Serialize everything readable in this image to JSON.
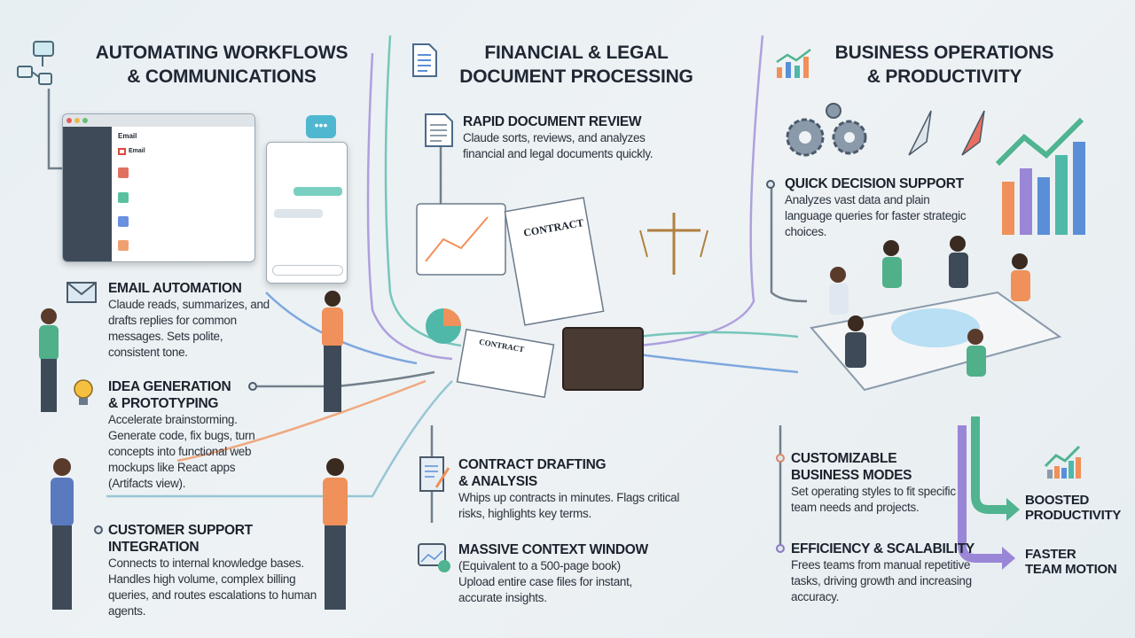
{
  "sections": [
    {
      "title_line1": "AUTOMATING WORKFLOWS",
      "title_line2": "& COMMUNICATIONS",
      "icon": "workflow-icon"
    },
    {
      "title_line1": "FINANCIAL & LEGAL",
      "title_line2": "DOCUMENT PROCESSING",
      "icon": "document-icon"
    },
    {
      "title_line1": "BUSINESS OPERATIONS",
      "title_line2": "& PRODUCTIVITY",
      "icon": "growth-chart-icon"
    }
  ],
  "email_window": {
    "title": "Email",
    "app_label": "Email"
  },
  "features": {
    "email_automation": {
      "title": "EMAIL AUTOMATION",
      "text": "Claude reads, summarizes, and drafts replies for common messages. Sets polite, consistent tone."
    },
    "idea_generation": {
      "title_line1": "IDEA GENERATION",
      "title_line2": "& PROTOTYPING",
      "text": "Accelerate brainstorming. Generate code, fix bugs, turn concepts into functional web mockups like React apps (Artifacts view)."
    },
    "customer_support": {
      "title_line1": "CUSTOMER SUPPORT",
      "title_line2": "INTEGRATION",
      "text": "Connects to internal knowledge bases. Handles high volume, complex billing queries, and routes escalations to human agents."
    },
    "rapid_review": {
      "title": "RAPID DOCUMENT REVIEW",
      "text": "Claude sorts, reviews, and analyzes financial and legal documents quickly."
    },
    "contract_drafting": {
      "title_line1": "CONTRACT DRAFTING",
      "title_line2": "& ANALYSIS",
      "text": "Whips up contracts in minutes. Flags critical risks, highlights key terms."
    },
    "context_window": {
      "title": "MASSIVE CONTEXT WINDOW",
      "subtitle": "(Equivalent to a 500-page book)",
      "text": "Upload entire case files for instant, accurate insights."
    },
    "decision_support": {
      "title": "QUICK DECISION SUPPORT",
      "text": "Analyzes vast data and plain language queries for faster strategic choices."
    },
    "business_modes": {
      "title_line1": "CUSTOMIZABLE",
      "title_line2": "BUSINESS MODES",
      "text": "Set operating styles to fit specific team needs and projects."
    },
    "efficiency": {
      "title": "EFFICIENCY & SCALABILITY",
      "text": "Frees teams from manual repetitive tasks, driving growth and increasing accuracy."
    }
  },
  "outcomes": [
    {
      "line1": "BOOSTED",
      "line2": "PRODUCTIVITY",
      "color": "#4fb48f"
    },
    {
      "line1": "FASTER",
      "line2": "TEAM MOTION",
      "color": "#9a86d6"
    }
  ],
  "illustration_labels": {
    "contract_1": "CONTRACT",
    "contract_2": "CONTRACT"
  },
  "colors": {
    "teal": "#4fb8a8",
    "purple": "#9a86d6",
    "orange": "#f0905a",
    "blue": "#5a8fd8",
    "dark": "#1f2733"
  }
}
